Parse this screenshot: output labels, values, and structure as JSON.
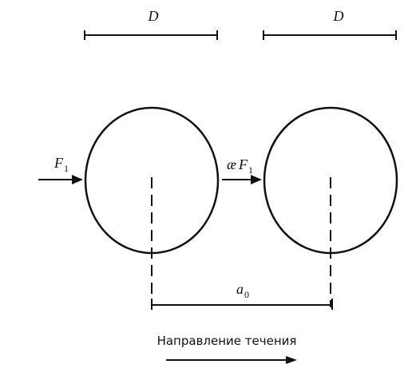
{
  "labels": {
    "diameter_left": "D",
    "diameter_right": "D",
    "force_in_main": "F",
    "force_in_sub": "1",
    "force_out_prefix": "æ",
    "force_out_main": "F",
    "force_out_sub": "1",
    "spacing_main": "a",
    "spacing_sub": "0",
    "flow_direction": "Направление течения"
  },
  "colors": {
    "ink": "#111111",
    "background": "#ffffff"
  }
}
